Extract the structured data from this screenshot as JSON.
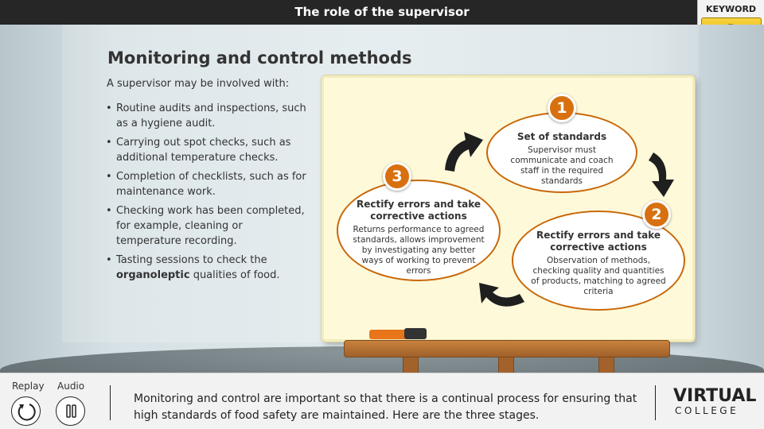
{
  "header": {
    "title": "The role of the supervisor"
  },
  "keyword": {
    "label": "KEYWORD",
    "icon": "key-magnifier-icon",
    "glyph": "KEY"
  },
  "content": {
    "heading": "Monitoring and control methods",
    "intro": "A supervisor may be involved with:",
    "bullets": [
      {
        "text": "Routine audits and inspections, such as a hygiene audit."
      },
      {
        "text": "Carrying out spot checks, such as additional temperature checks."
      },
      {
        "text": "Completion of checklists, such as for maintenance work."
      },
      {
        "text": "Checking work has been completed, for example, cleaning or temperature recording."
      },
      {
        "pre": "Tasting sessions to check the ",
        "bold": "organoleptic",
        "post": " qualities of food."
      }
    ]
  },
  "cycle": {
    "steps": [
      {
        "number": "1",
        "title": "Set of standards",
        "description": "Supervisor must communicate and coach staff in the required standards"
      },
      {
        "number": "2",
        "title": "Rectify errors and take corrective actions",
        "description": "Observation of methods, checking quality and quantities of products, matching to agreed criteria"
      },
      {
        "number": "3",
        "title": "Rectify errors and take corrective actions",
        "description": "Returns performance to agreed standards, allows improvement by investigating any better ways of working to prevent errors"
      }
    ]
  },
  "footer": {
    "replay_label": "Replay",
    "audio_label": "Audio",
    "narration": "Monitoring and control are important so that there is a continual process for ensuring that high standards of food safety are maintained. Here are the three stages.",
    "logo_line1": "VIRTUAL",
    "logo_line2": "COLLEGE"
  },
  "colors": {
    "accent": "#d8700f",
    "bubble_border": "#c8680a",
    "board": "#fdf9d9",
    "topbar": "#262626"
  }
}
